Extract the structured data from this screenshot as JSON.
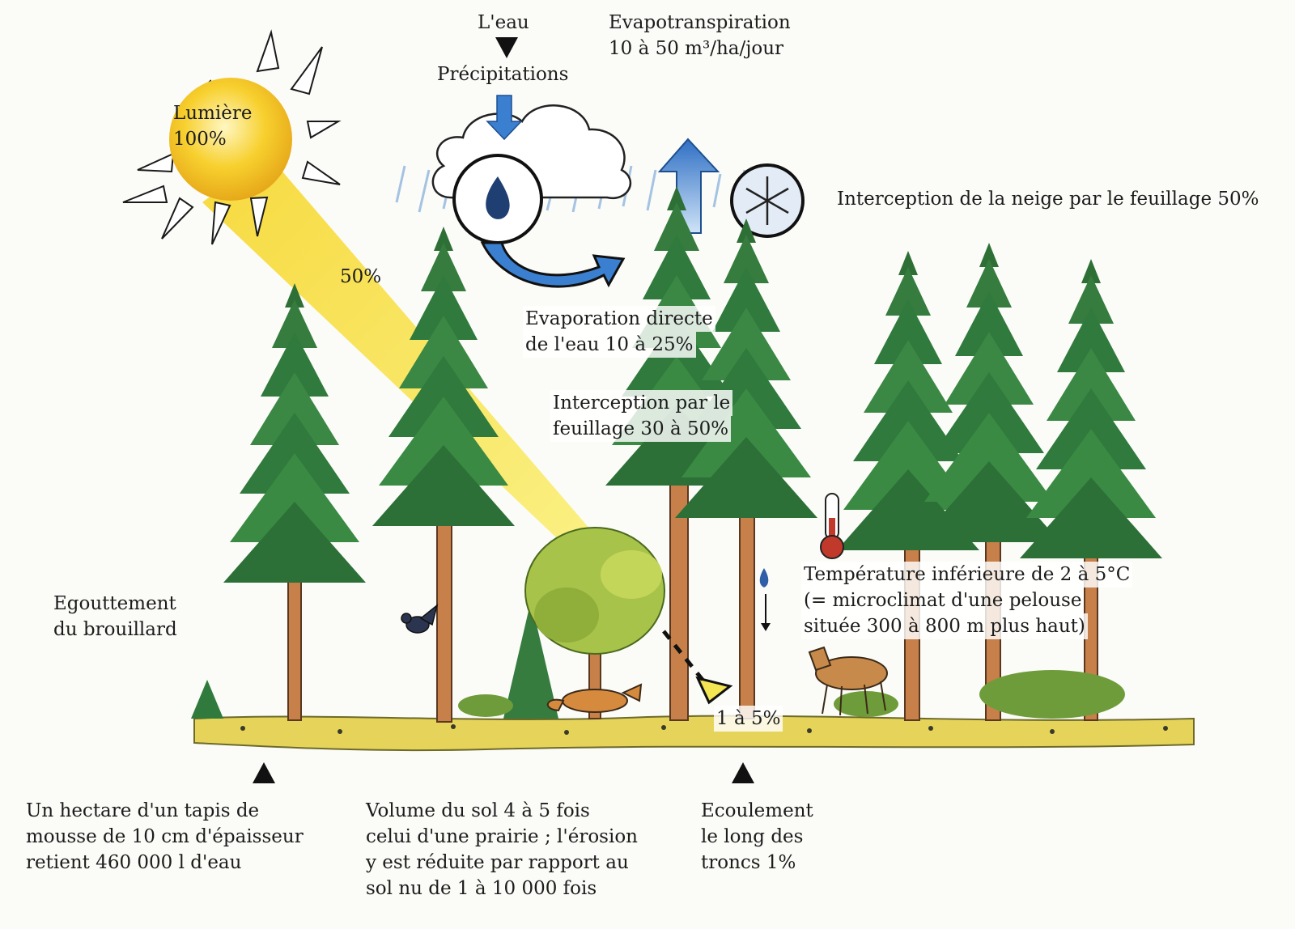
{
  "labels": {
    "water_title": "L'eau",
    "precipitation": "Précipitations",
    "evapotranspiration": [
      "Evapotranspiration",
      "10 à 50 m³/ha/jour"
    ],
    "light": [
      "Lumière",
      "100%"
    ],
    "light_canopy": "50%",
    "snow_interception": "Interception de la neige par le feuillage 50%",
    "direct_evaporation": [
      "Evaporation directe",
      "de l'eau 10 à 25%"
    ],
    "foliage_interception": [
      "Interception par le",
      "feuillage 30 à 50%"
    ],
    "fog_drip": [
      "Egouttement",
      "du brouillard"
    ],
    "temperature": [
      "Température inférieure de 2 à 5°C",
      "(= microclimat d'une pelouse",
      "située 300 à 800 m plus haut)"
    ],
    "ground_light": "1 à 5%",
    "moss": [
      "Un hectare d'un tapis de",
      "mousse de 10 cm  d'épaisseur",
      "retient 460 000 l d'eau"
    ],
    "soil": [
      "Volume du sol 4 à 5 fois",
      "celui d'une prairie ; l'érosion",
      "y est réduite par rapport au",
      "sol nu de 1 à 10 000 fois"
    ],
    "trunk_flow": [
      "Ecoulement",
      "le long des",
      "troncs 1%"
    ]
  },
  "colors": {
    "sun": "#f7c21e",
    "light_beam": "#f4e552",
    "water_arrow": "#3b7fd1",
    "rain": "#8fb6dd",
    "conifer": "#2f7a3c",
    "deciduous": "#8fae3a",
    "trunk": "#c7804a",
    "ground": "#e6d45a"
  },
  "icons": [
    "sun-icon",
    "cloud-icon",
    "water-drop-icon",
    "snowflake-icon",
    "thermometer-icon",
    "chamois-icon",
    "fox-icon",
    "bird-icon"
  ]
}
